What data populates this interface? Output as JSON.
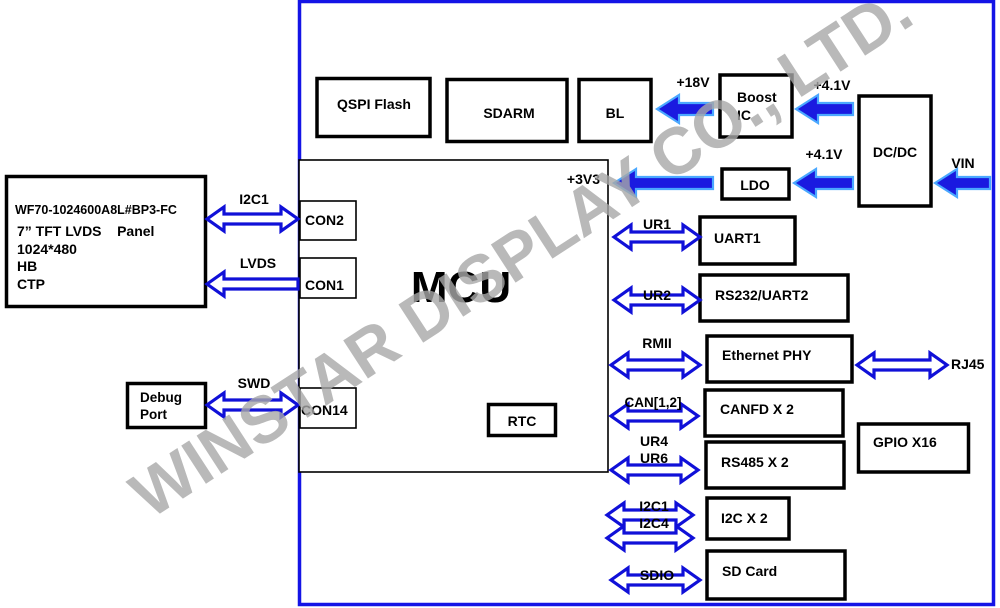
{
  "colors": {
    "frame": "#1414e6",
    "bus_arrow": "#1010d8",
    "power_arrow_fill": "#1a1ae0",
    "power_arrow_outline": "#4aa8ff",
    "box_border": "#000000",
    "watermark": "#a8a8a8"
  },
  "watermark": "WINSTAR DISPLAY CO., LTD.",
  "mcu": {
    "label": "MCU",
    "supply_label": "+3V3",
    "connectors": {
      "con2": "CON2",
      "con1": "CON1",
      "con14": "CON14"
    },
    "rtc": "RTC"
  },
  "panel": {
    "model": "WF70-1024600A8L#BP3-FC",
    "lines": [
      "7” TFT LVDS    Panel",
      "1024*480",
      "HB",
      "CTP"
    ]
  },
  "debug_port": {
    "lines": [
      "Debug",
      "Port"
    ]
  },
  "memory": {
    "qspi_flash": "QSPI Flash",
    "sdarm": "SDARM"
  },
  "power": {
    "bl": "BL",
    "boost_ic": [
      "Boost",
      "IC"
    ],
    "dcdc": "DC/DC",
    "ldo": "LDO",
    "vin": "VIN",
    "boost_out": "+18V",
    "boost_in": "+4.1V",
    "ldo_in": "+4.1V"
  },
  "links": {
    "i2c1_panel": "I2C1",
    "lvds": "LVDS",
    "swd": "SWD",
    "ur1": "UR1",
    "ur2": "UR2",
    "rmii": "RMII",
    "can": "CAN[1,2]",
    "ur4": "UR4",
    "ur6": "UR6",
    "i2c1": "I2C1",
    "i2c4": "I2C4",
    "sdio": "SDIO",
    "rj45": "RJ45"
  },
  "peripherals": {
    "uart1": "UART1",
    "rs232": "RS232/UART2",
    "ethernet_phy": "Ethernet PHY",
    "canfd": "CANFD X 2",
    "rs485": "RS485 X 2",
    "i2c": "I2C X 2",
    "sd_card": "SD Card",
    "gpio": "GPIO X16"
  }
}
